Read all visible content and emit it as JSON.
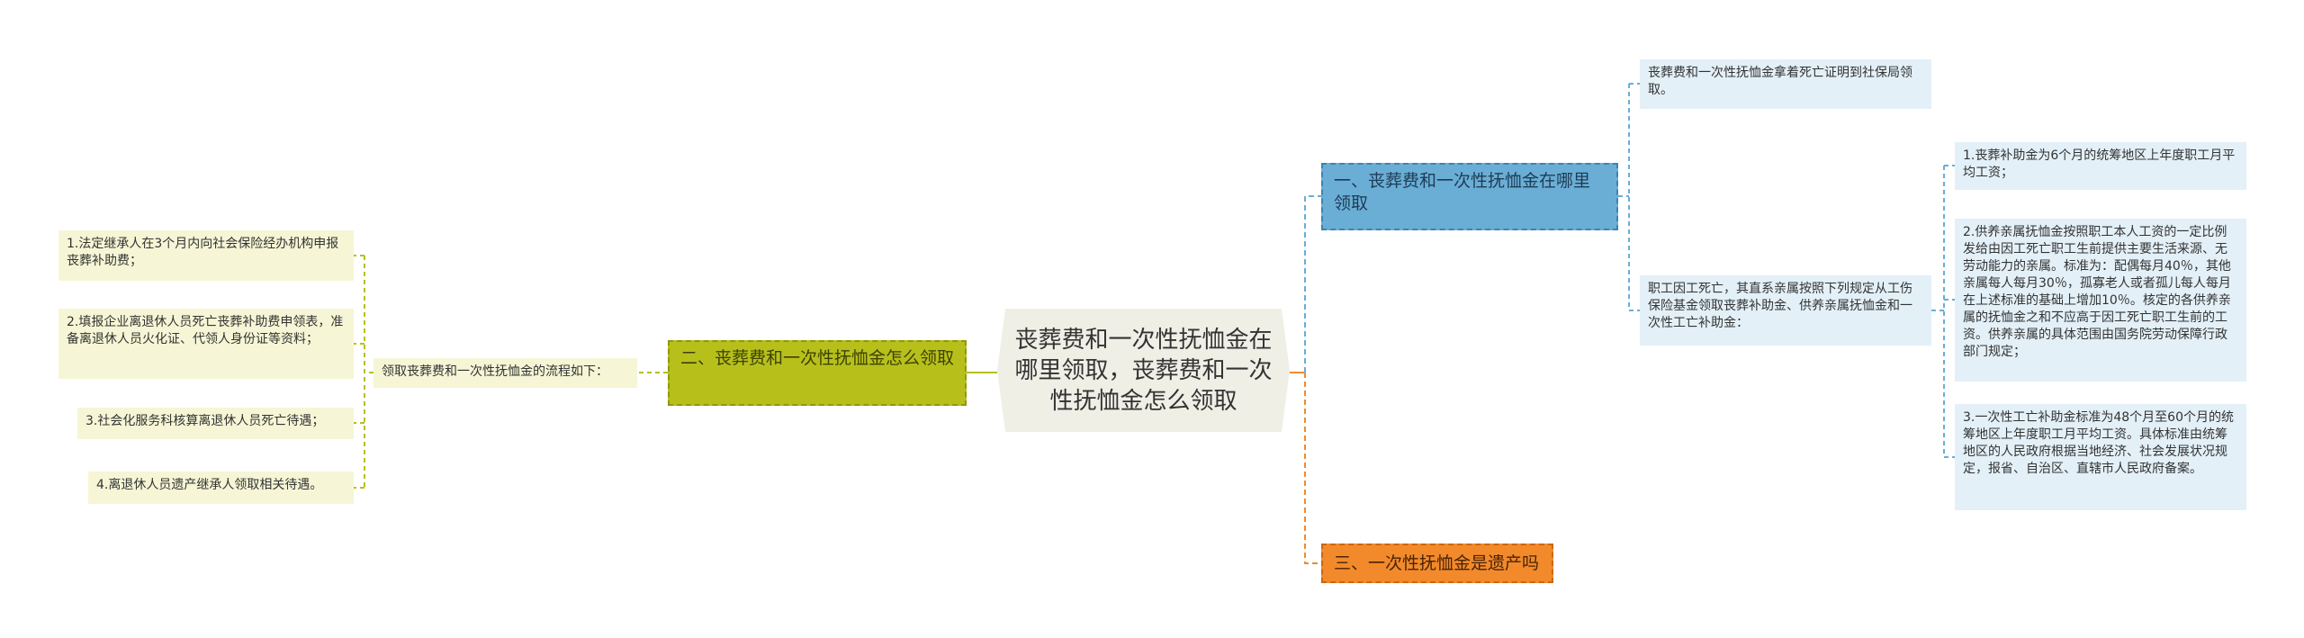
{
  "root": {
    "text": "丧葬费和一次性抚恤金在哪里领取，丧葬费和一次性抚恤金怎么领取"
  },
  "branch_where": {
    "title": "一、丧葬费和一次性抚恤金在哪里领取",
    "note": "丧葬费和一次性抚恤金拿着死亡证明到社保局领取。",
    "work_injury": {
      "text": "职工因工死亡，其直系亲属按照下列规定从工伤保险基金领取丧葬补助金、供养亲属抚恤金和一次性工亡补助金：",
      "items": [
        "1.丧葬补助金为6个月的统筹地区上年度职工月平均工资；",
        "2.供养亲属抚恤金按照职工本人工资的一定比例发给由因工死亡职工生前提供主要生活来源、无劳动能力的亲属。标准为：配偶每月40％，其他亲属每人每月30％，孤寡老人或者孤儿每人每月在上述标准的基础上增加10％。核定的各供养亲属的抚恤金之和不应高于因工死亡职工生前的工资。供养亲属的具体范围由国务院劳动保障行政部门规定；",
        "3.一次性工亡补助金标准为48个月至60个月的统筹地区上年度职工月平均工资。具体标准由统筹地区的人民政府根据当地经济、社会发展状况规定，报省、自治区、直辖市人民政府备案。"
      ]
    }
  },
  "branch_how": {
    "title": "二、丧葬费和一次性抚恤金怎么领取",
    "process_label": "领取丧葬费和一次性抚恤金的流程如下：",
    "steps": [
      "1.法定继承人在3个月内向社会保险经办机构申报丧葬补助费；",
      "2.填报企业离退休人员死亡丧葬补助费申领表，准备离退休人员火化证、代领人身份证等资料；",
      "3.社会化服务科核算离退休人员死亡待遇；",
      "4.离退休人员遗产继承人领取相关待遇。"
    ]
  },
  "branch_estate": {
    "title": "三、一次性抚恤金是遗产吗"
  },
  "colors": {
    "blue": "#6aaed6",
    "green": "#b7c01b",
    "orange": "#f28a2b",
    "leaf_blue": "#e3f0f8",
    "leaf_yellow": "#f6f6d6"
  }
}
